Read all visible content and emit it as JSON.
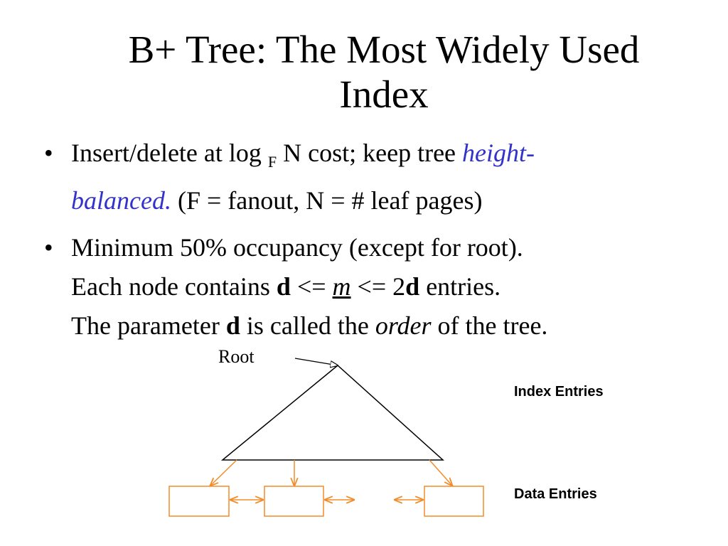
{
  "slide": {
    "title_lines": [
      "B+ Tree:  The Most Widely Used",
      "Index"
    ],
    "bullets": [
      {
        "mark": "•",
        "b1_text1": "Insert/delete at log ",
        "b1_sub": "F",
        "b1_text2": " N cost; keep tree ",
        "b1_emph1": "height-",
        "b1_emph2": "balanced.",
        "b1_text3": "   (F = fanout, N = # leaf pages)"
      },
      {
        "mark": "•",
        "b2_line1": "Minimum 50% occupancy (except for root).",
        "b2_l2_a": "Each node contains ",
        "b2_l2_d1": "d",
        "b2_l2_b": " <=  ",
        "b2_l2_m": "m",
        "b2_l2_c": "  <= 2",
        "b2_l2_d2": "d",
        "b2_l2_e": " entries.",
        "b2_l3_a": "The parameter ",
        "b2_l3_d": "d",
        "b2_l3_b": " is called the ",
        "b2_l3_order": "order",
        "b2_l3_c": " of the tree."
      }
    ]
  },
  "diagram": {
    "root_label": "Root",
    "index_label": "Index Entries",
    "data_label": "Data Entries",
    "colors": {
      "tree_line": "#000000",
      "leaf": "#f28c28",
      "emphasis": "#3333cc"
    }
  }
}
